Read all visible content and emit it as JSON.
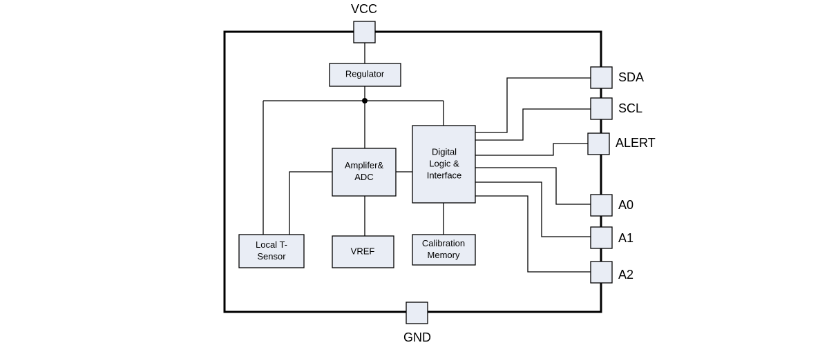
{
  "colors": {
    "block_fill": "#e9edf5",
    "stroke": "#000000"
  },
  "pins": {
    "vcc": "VCC",
    "gnd": "GND",
    "sda": "SDA",
    "scl": "SCL",
    "alert": "ALERT",
    "a0": "A0",
    "a1": "A1",
    "a2": "A2"
  },
  "blocks": {
    "regulator": [
      "Regulator"
    ],
    "amplifier_adc": [
      "Amplifer&",
      "ADC"
    ],
    "digital_logic": [
      "Digital",
      "Logic &",
      "Interface"
    ],
    "local_sensor": [
      "Local T-",
      "Sensor"
    ],
    "vref": [
      "VREF"
    ],
    "calibration_memory": [
      "Calibration",
      "Memory"
    ]
  }
}
